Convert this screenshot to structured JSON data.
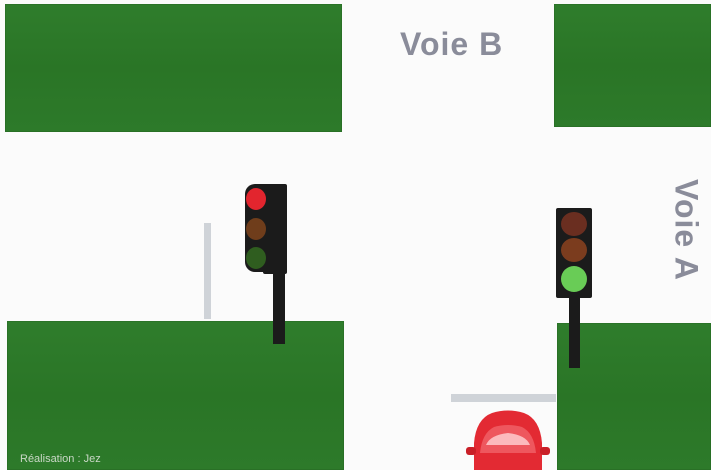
{
  "labels": {
    "road_b": "Voie B",
    "road_a": "Voie A",
    "credit": "Réalisation : Jez"
  },
  "signals": {
    "left_signal": {
      "state": "red"
    },
    "right_signal": {
      "state": "green"
    }
  },
  "colors": {
    "grass": "#2d7a2a",
    "road": "#fbfbfb",
    "label": "#8a8c9a",
    "red_lit": "#e2252e",
    "green_lit": "#69cc56",
    "car": "#e32a33"
  },
  "icons": [
    "traffic-light-icon",
    "car-icon"
  ]
}
